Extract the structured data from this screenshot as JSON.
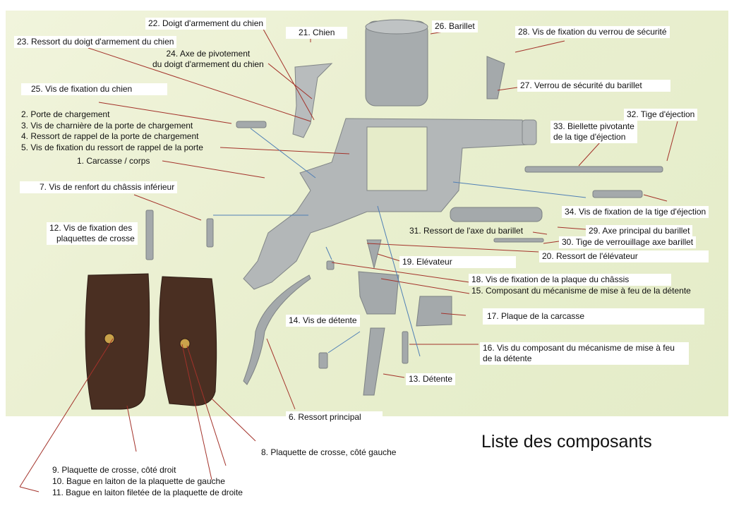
{
  "title": "Liste des composants",
  "labels": {
    "l1": "1. Carcasse / corps",
    "l2": "2. Porte de chargement",
    "l3": "3. Vis de charnière de la porte de chargement",
    "l4": "4. Ressort de rappel de la porte de chargement",
    "l5": "5. Vis de fixation du ressort de rappel de la porte",
    "l6": "6. Ressort principal",
    "l7": "7. Vis de renfort du châssis inférieur",
    "l8": "8. Plaquette de crosse, côté gauche",
    "l9": "9. Plaquette de crosse, côté droit",
    "l10": "10. Bague en laiton de la plaquette de gauche",
    "l11": "11. Bague en laiton filetée de la plaquette de droite",
    "l12a": "12. Vis de fixation des",
    "l12b": "plaquettes de crosse",
    "l13": "13. Détente",
    "l14": "14. Vis de détente",
    "l15": "15. Composant du mécanisme de mise à feu de la détente",
    "l16a": "16. Vis du composant du mécanisme de mise à feu",
    "l16b": "de la détente",
    "l17": "17. Plaque de la carcasse",
    "l18": "18. Vis de fixation de la plaque du châssis",
    "l19": "19. Elévateur",
    "l20": "20. Ressort de l'élévateur",
    "l21": "21. Chien",
    "l22": "22. Doigt d'armement du chien",
    "l23": "23. Ressort du doigt d'armement du chien",
    "l24a": "24. Axe de pivotement",
    "l24b": "du doigt d'armement du chien",
    "l25": "25. Vis de fixation du chien",
    "l26": "26. Barillet",
    "l27": "27. Verrou de sécurité du barillet",
    "l28": "28. Vis de fixation du verrou de sécurité",
    "l29": "29. Axe principal du barillet",
    "l30": "30. Tige de verrouillage axe barillet",
    "l31": "31. Ressort de l'axe du barillet",
    "l32": "32. Tige d'éjection",
    "l33a": "33. Biellette pivotante",
    "l33b": "de la tige d'éjection",
    "l34": "34. Vis de fixation de la tige d'éjection"
  },
  "colors": {
    "leader_red": "#a3322a",
    "leader_blue": "#4f7fb5",
    "steel": "#a9aeb0",
    "wood": "#4a2f22"
  }
}
